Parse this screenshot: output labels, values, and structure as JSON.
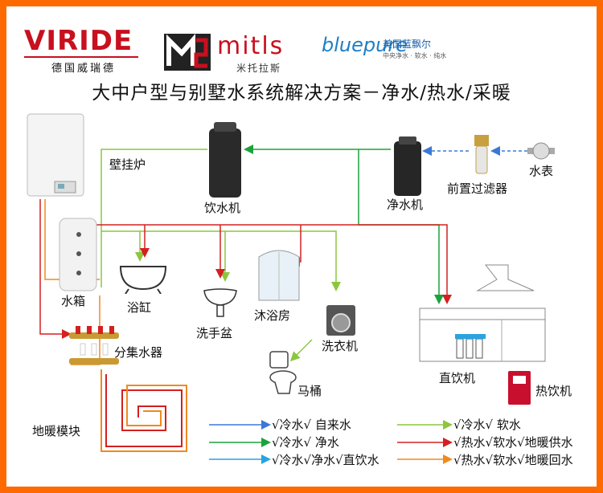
{
  "logos": {
    "viride_word": "VIRIDE",
    "viride_sub": "德国威瑞德",
    "mitls_word": "mitls",
    "mitls_sub": "米托拉斯",
    "bluepure_word": "bluepure",
    "bluepure_cn": "美国蓝飘尔",
    "bluepure_sub": "中央净水 · 软水 · 纯水"
  },
  "title": "大中户型与别墅水系统解决方案－净水/热水/采暖",
  "labels": {
    "boiler": "壁挂炉",
    "drinking_machine": "饮水机",
    "water_purifier": "净水机",
    "prefilter": "前置过滤器",
    "water_meter": "水表",
    "water_tank": "水箱",
    "bathtub": "浴缸",
    "washbasin": "洗手盆",
    "shower_room": "沐浴房",
    "washing_machine": "洗衣机",
    "manifold": "分集水器",
    "toilet": "马桶",
    "direct_drink": "直饮机",
    "hot_drink": "热饮机",
    "floor_heating": "地暖模块"
  },
  "legend": [
    {
      "color": "#3a78d8",
      "text": "√冷水√  自来水"
    },
    {
      "color": "#8cc63e",
      "text": "√冷水√   软水"
    },
    {
      "color": "#1aa33a",
      "text": "√冷水√   净水"
    },
    {
      "color": "#d42020",
      "text": "√热水√软水√地暖供水"
    },
    {
      "color": "#29a3e0",
      "text": "√冷水√净水√直饮水"
    },
    {
      "color": "#f08a1e",
      "text": "√热水√软水√地暖回水"
    }
  ],
  "colors": {
    "tap_water": "#3a78d8",
    "soft_water": "#8cc63e",
    "pure_water": "#1aa33a",
    "hot_supply": "#d42020",
    "direct_drink": "#29a3e0",
    "hot_return": "#f08a1e",
    "frame": "#ff6a00"
  }
}
